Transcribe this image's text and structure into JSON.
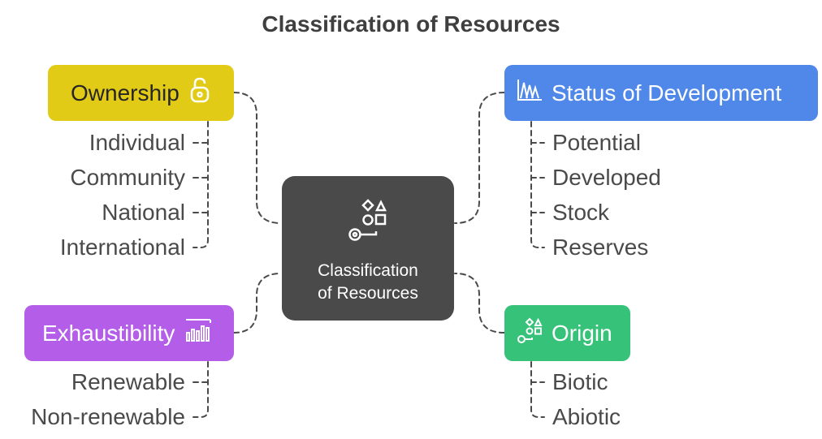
{
  "title": "Classification of Resources",
  "center": {
    "line1": "Classification",
    "line2": "of Resources",
    "icon": "shapes-key-icon"
  },
  "categories": {
    "ownership": {
      "label": "Ownership",
      "icon": "lock-icon",
      "color": "#e2cb16",
      "items": [
        "Individual",
        "Community",
        "National",
        "International"
      ]
    },
    "status": {
      "label": "Status of Development",
      "icon": "chart-peaks-icon",
      "color": "#4f88e8",
      "items": [
        "Potential",
        "Developed",
        "Stock",
        "Reserves"
      ]
    },
    "exhaustibility": {
      "label": "Exhaustibility",
      "icon": "bar-chart-icon",
      "color": "#b45de8",
      "items": [
        "Renewable",
        "Non-renewable"
      ]
    },
    "origin": {
      "label": "Origin",
      "icon": "shapes-key-icon",
      "color": "#37c279",
      "items": [
        "Biotic",
        "Abiotic"
      ]
    }
  },
  "connector_color": "#4a4a4a",
  "center_color": "#4a4a4a"
}
